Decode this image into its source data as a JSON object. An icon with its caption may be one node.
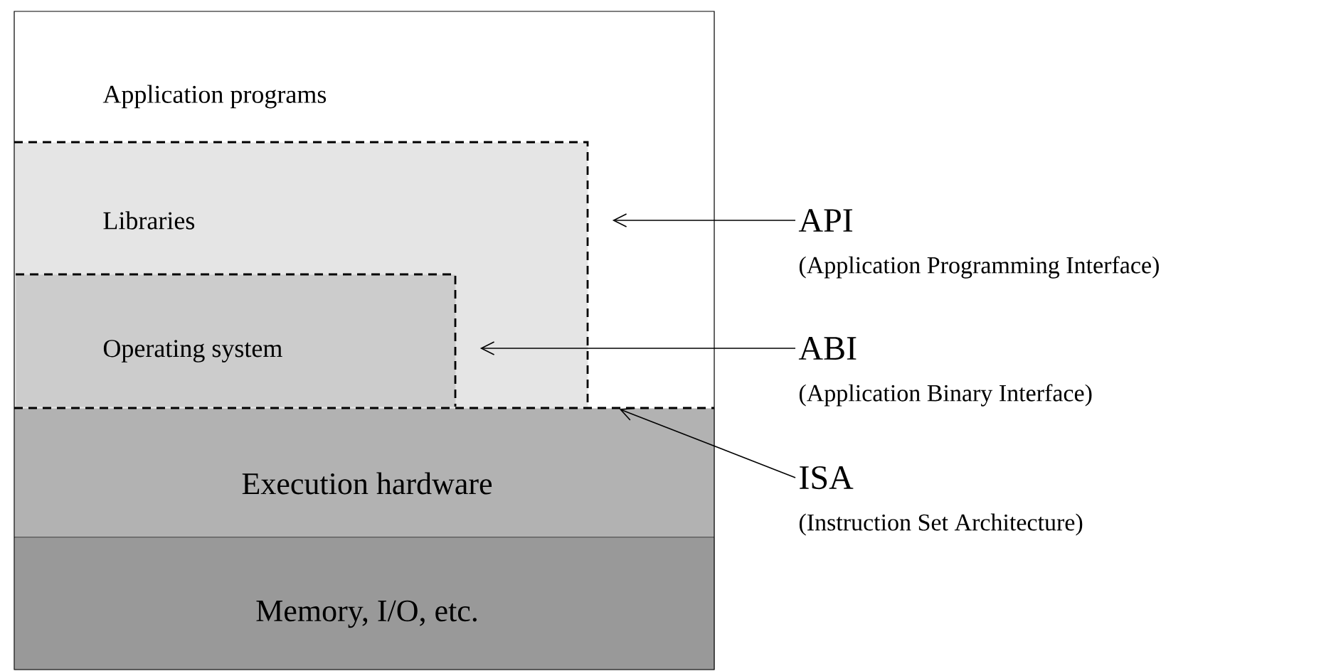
{
  "diagram": {
    "nodes": [
      {
        "text": [
          "Application programs"
        ]
      },
      {
        "text": [
          "Libraries"
        ]
      },
      {
        "text": [
          "Operating system"
        ],
        "in": 1
      },
      {
        "text": [
          "Execution hardware"
        ]
      },
      {
        "text": [
          "Memory, I/O, etc."
        ]
      },
      {
        "text": [
          "API"
        ],
        "beside": [
          "(Application Programming Interface)"
        ]
      },
      {
        "text": [
          "ABI"
        ],
        "beside": [
          "(Application Binary Interface)"
        ]
      },
      {
        "text": [
          "ISA"
        ],
        "beside": [
          "(Instruction Set Architecture)"
        ]
      }
    ],
    "edges": [
      {
        "from": 5,
        "to": 1,
        "arrow": "to"
      },
      {
        "from": 6,
        "to": 2,
        "arrow": "to"
      },
      {
        "from": 7,
        "to": 3,
        "arrow": "to"
      }
    ]
  }
}
